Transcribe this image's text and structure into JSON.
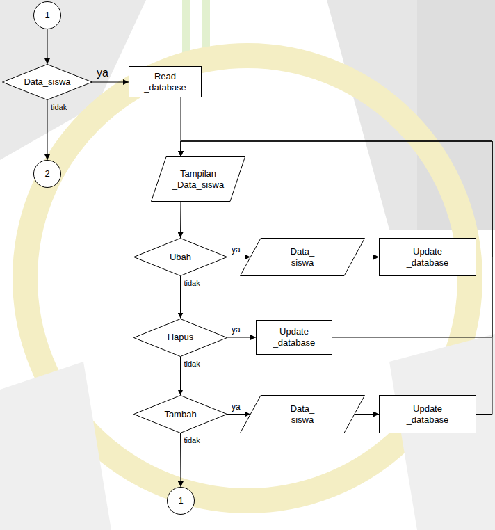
{
  "diagram": {
    "nodes": [
      {
        "text": [
          "1"
        ]
      },
      {
        "text": [
          "Data_siswa"
        ]
      },
      {
        "text": [
          "Read _database"
        ]
      },
      {
        "text": [
          "2"
        ]
      },
      {
        "text": [
          "Tampilan _Data_siswa"
        ]
      },
      {
        "text": [
          "Ubah"
        ]
      },
      {
        "text": [
          "Data_ siswa"
        ]
      },
      {
        "text": [
          "Update _database"
        ]
      },
      {
        "text": [
          "Hapus"
        ]
      },
      {
        "text": [
          "Update _database"
        ]
      },
      {
        "text": [
          "Tambah"
        ]
      },
      {
        "text": [
          "Data_ siswa"
        ]
      },
      {
        "text": [
          "Update _database"
        ]
      },
      {
        "text": [
          "1"
        ]
      }
    ],
    "edges": [
      {
        "from": 0,
        "to": 1,
        "arrow": "to"
      },
      {
        "from": 1,
        "to": 2,
        "label": "ya",
        "arrow": "to"
      },
      {
        "from": 1,
        "to": 3,
        "label": "tidak",
        "arrow": "to"
      },
      {
        "from": 2,
        "to": 4,
        "arrow": "to"
      },
      {
        "from": 4,
        "to": 5,
        "arrow": "to"
      },
      {
        "from": 5,
        "to": 6,
        "label": "ya",
        "arrow": "to"
      },
      {
        "from": 6,
        "to": 7,
        "arrow": "to"
      },
      {
        "from": 7,
        "to": 4,
        "arrow": "to"
      },
      {
        "from": 5,
        "to": 8,
        "label": "tidak",
        "arrow": "to"
      },
      {
        "from": 8,
        "to": 9,
        "label": "ya",
        "arrow": "to"
      },
      {
        "from": 9,
        "to": 4,
        "arrow": "to"
      },
      {
        "from": 8,
        "to": 10,
        "label": "tidak",
        "arrow": "to"
      },
      {
        "from": 10,
        "to": 11,
        "label": "ya",
        "arrow": "to"
      },
      {
        "from": 11,
        "to": 12,
        "arrow": "to"
      },
      {
        "from": 12,
        "to": 4,
        "arrow": "to"
      },
      {
        "from": 10,
        "to": 13,
        "label": "tidak",
        "arrow": "to"
      }
    ]
  }
}
